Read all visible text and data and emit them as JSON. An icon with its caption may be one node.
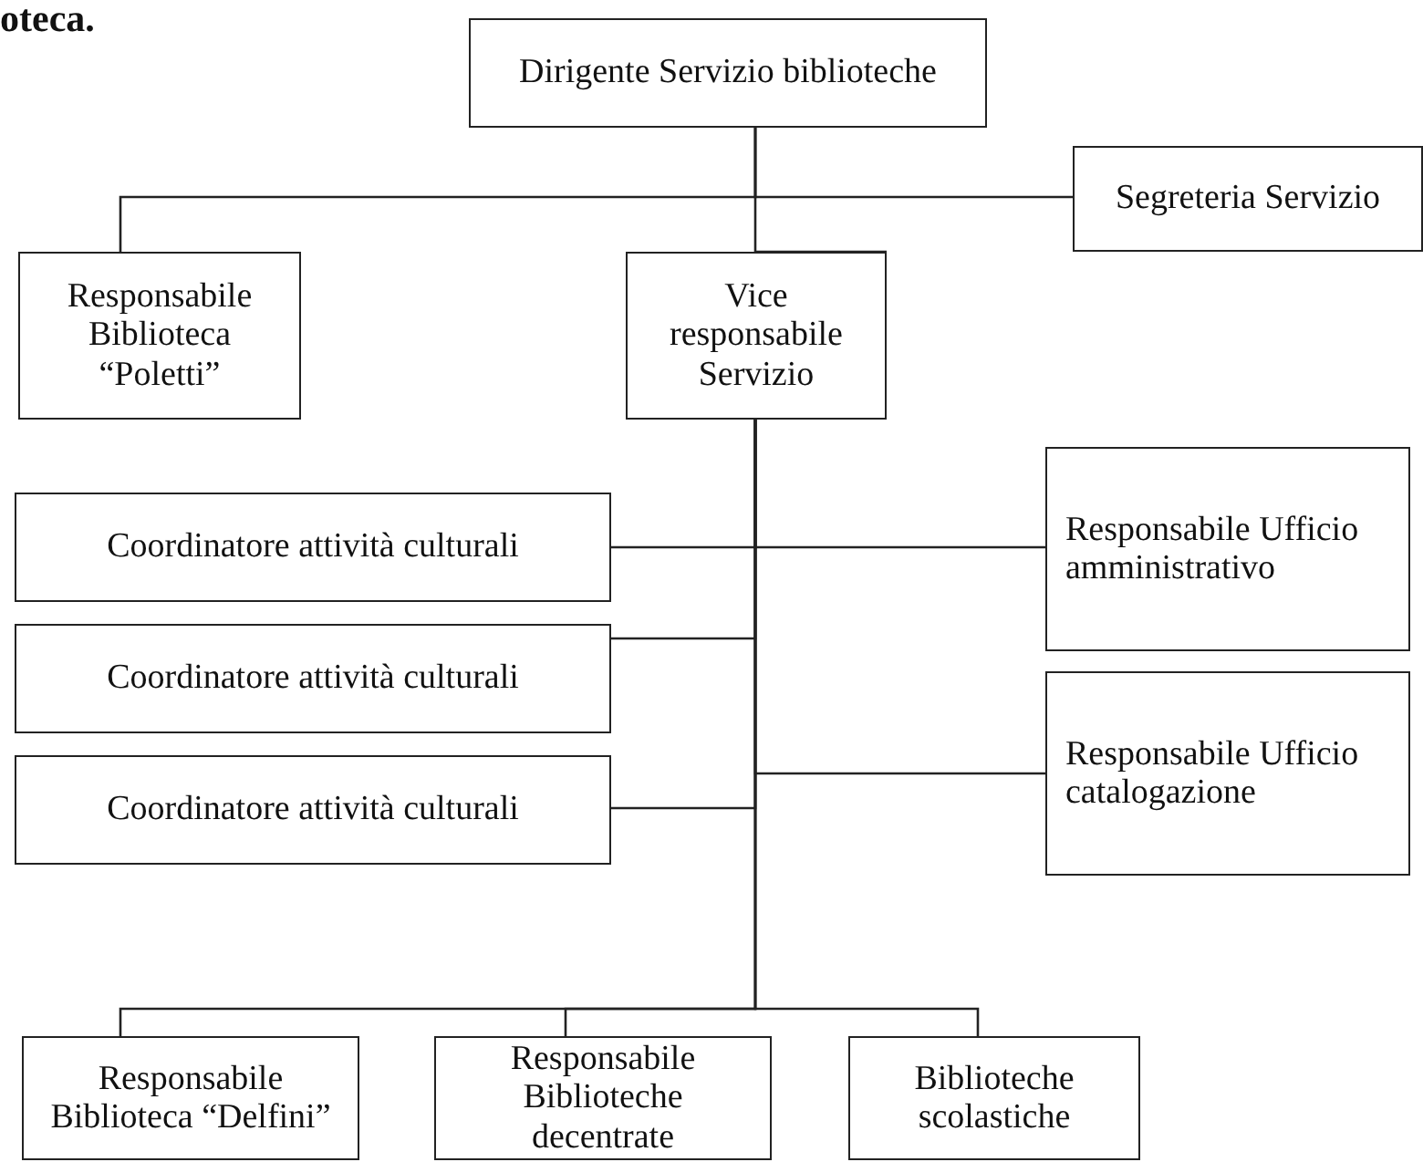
{
  "diagram": {
    "nodes": [
      {
        "text": [
          "Dirigente Servizio biblioteche"
        ]
      },
      {
        "text": [
          "Segreteria Servizio"
        ]
      },
      {
        "text": [
          "Responsabile Biblioteca “Poletti”"
        ]
      },
      {
        "text": [
          "Vice responsabile Servizio"
        ]
      },
      {
        "text": [
          "Coordinatore attività culturali"
        ]
      },
      {
        "text": [
          "Responsabile Ufficio amministrativo"
        ]
      },
      {
        "text": [
          "Coordinatore attività culturali"
        ]
      },
      {
        "text": [
          "Responsabile Ufficio catalogazione"
        ]
      },
      {
        "text": [
          "Coordinatore attività culturali"
        ]
      },
      {
        "text": [
          "Responsabile Biblioteca “Delfini”"
        ]
      },
      {
        "text": [
          "Responsabile Biblioteche decentrate"
        ]
      },
      {
        "text": [
          "Biblioteche scolastiche"
        ]
      }
    ],
    "edges": [
      {
        "from": 0,
        "to": 1,
        "arrow": "none"
      },
      {
        "from": 0,
        "to": 2,
        "arrow": "none"
      },
      {
        "from": 0,
        "to": 3,
        "arrow": "none"
      },
      {
        "from": 3,
        "to": 4,
        "arrow": "none"
      },
      {
        "from": 3,
        "to": 5,
        "arrow": "none"
      },
      {
        "from": 3,
        "to": 6,
        "arrow": "none"
      },
      {
        "from": 3,
        "to": 7,
        "arrow": "none"
      },
      {
        "from": 3,
        "to": 8,
        "arrow": "none"
      },
      {
        "from": 3,
        "to": 9,
        "arrow": "none"
      },
      {
        "from": 3,
        "to": 10,
        "arrow": "none"
      },
      {
        "from": 3,
        "to": 11,
        "arrow": "none"
      }
    ],
    "labels": [
      "oteca."
    ]
  }
}
